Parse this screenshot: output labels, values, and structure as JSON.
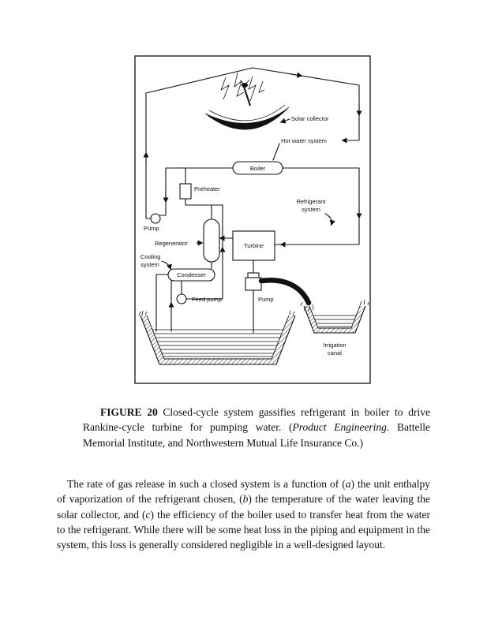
{
  "colors": {
    "ink": "#111111",
    "paper": "#ffffff"
  },
  "figure": {
    "caption": {
      "label": "FIGURE 20",
      "part1": " Closed-cycle system gassifies refrigerant in boiler to drive Rankine-cycle turbine for pumping water. (",
      "source": "Product Engineering.",
      "part2": " Battelle Memorial Institute, and Northwestern Mutual Life Insurance Co.)"
    },
    "diagram": {
      "labels": {
        "solar_collector": "Solar collector",
        "hot_water_system": "Hot water system",
        "boiler": "Boiler",
        "preheater": "Preheater",
        "pump_left": "Pump",
        "refrigerant_line1": "Refrigerant",
        "refrigerant_line2": "system",
        "regenerator": "Regenerator",
        "turbine": "Turbine",
        "cooling_line1": "Cooling",
        "cooling_line2": "system",
        "condenser": "Condenser",
        "feed_pump": "Feed pump",
        "pump_bottom": "Pump",
        "irrigation_line1": "Irrigation",
        "irrigation_line2": "canal"
      }
    }
  },
  "body": {
    "p1": "The rate of gas release in such a closed system is a function of (",
    "a": "a",
    "p2": ") the unit enthalpy of vaporization of the refrigerant chosen, (",
    "b": "b",
    "p3": ") the temperature of the water leaving the solar collector, and (",
    "c": "c",
    "p4": ") the efficiency of the boiler used to transfer heat from the water to the refrigerant. While there will be some heat loss in the piping and equipment in the system, this loss is generally considered negligible in a well-designed layout."
  }
}
